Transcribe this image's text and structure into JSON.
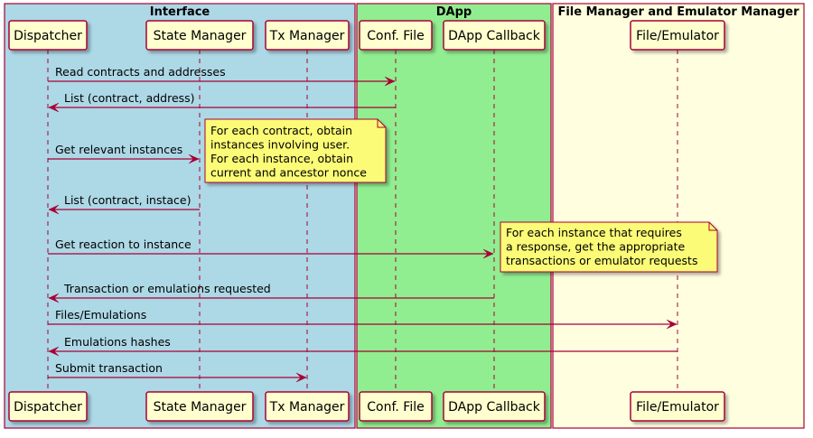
{
  "colors": {
    "interface_box": "#ADD8E6",
    "dapp_box": "#90EE90",
    "manager_box": "#FFFFE0",
    "box_border": "#A80036",
    "participant_fill": "#FEFECE",
    "note_fill": "#FBFB77",
    "arrow": "#A80036"
  },
  "boxes": [
    {
      "id": "interface",
      "title": "Interface"
    },
    {
      "id": "dapp",
      "title": "DApp"
    },
    {
      "id": "manager",
      "title": "File Manager and Emulator Manager"
    }
  ],
  "participants": [
    {
      "id": "dispatcher",
      "label": "Dispatcher"
    },
    {
      "id": "state",
      "label": "State Manager"
    },
    {
      "id": "tx",
      "label": "Tx Manager"
    },
    {
      "id": "conf",
      "label": "Conf. File"
    },
    {
      "id": "callback",
      "label": "DApp Callback"
    },
    {
      "id": "file",
      "label": "File/Emulator"
    }
  ],
  "messages": [
    {
      "from": "dispatcher",
      "to": "conf",
      "label": "Read contracts and addresses"
    },
    {
      "from": "conf",
      "to": "dispatcher",
      "label": "List (contract, address)"
    },
    {
      "from": "dispatcher",
      "to": "state",
      "label": "Get relevant instances"
    },
    {
      "from": "state",
      "to": "dispatcher",
      "label": "List (contract, instace)"
    },
    {
      "from": "dispatcher",
      "to": "callback",
      "label": "Get reaction to instance"
    },
    {
      "from": "callback",
      "to": "dispatcher",
      "label": "Transaction or emulations requested"
    },
    {
      "from": "dispatcher",
      "to": "file",
      "label": "Files/Emulations"
    },
    {
      "from": "file",
      "to": "dispatcher",
      "label": "Emulations hashes"
    },
    {
      "from": "dispatcher",
      "to": "tx",
      "label": "Submit transaction"
    }
  ],
  "notes": [
    {
      "id": "note-instances",
      "lines": [
        "For each contract, obtain",
        "instances involving user.",
        "For each instance, obtain",
        "current and ancestor nonce"
      ]
    },
    {
      "id": "note-response",
      "lines": [
        "For each instance that requires",
        "a response, get the appropriate",
        "transactions or emulator requests"
      ]
    }
  ]
}
